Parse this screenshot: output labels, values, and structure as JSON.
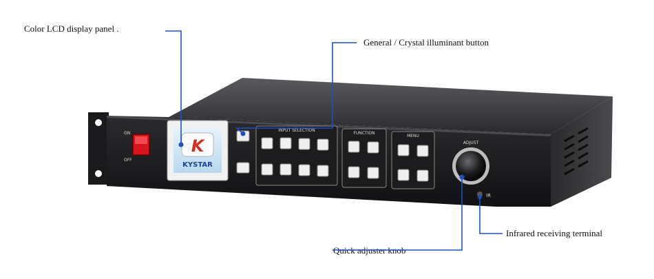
{
  "callouts": {
    "lcd": "Color LCD display panel .",
    "crystal_button": "General / Crystal illuminant button",
    "knob": "Quick adjuster knob",
    "ir": "Infrared receiving terminal"
  },
  "device": {
    "brand": "KYSTAR",
    "logo_letter": "K",
    "power_on": "ON",
    "power_off": "OFF",
    "ir_label": "IR",
    "adjust_label": "ADJUST",
    "section_input": "INPUT SELECTION",
    "section_function": "FUNCTION",
    "section_menu": "MENU"
  },
  "colors": {
    "leader_line": "#1f4fbf",
    "power_switch": "#d8141c",
    "panel_face": "#1c1c1e",
    "screen_bg": "#cfe6f5",
    "brand_text": "#1f3f8f"
  }
}
